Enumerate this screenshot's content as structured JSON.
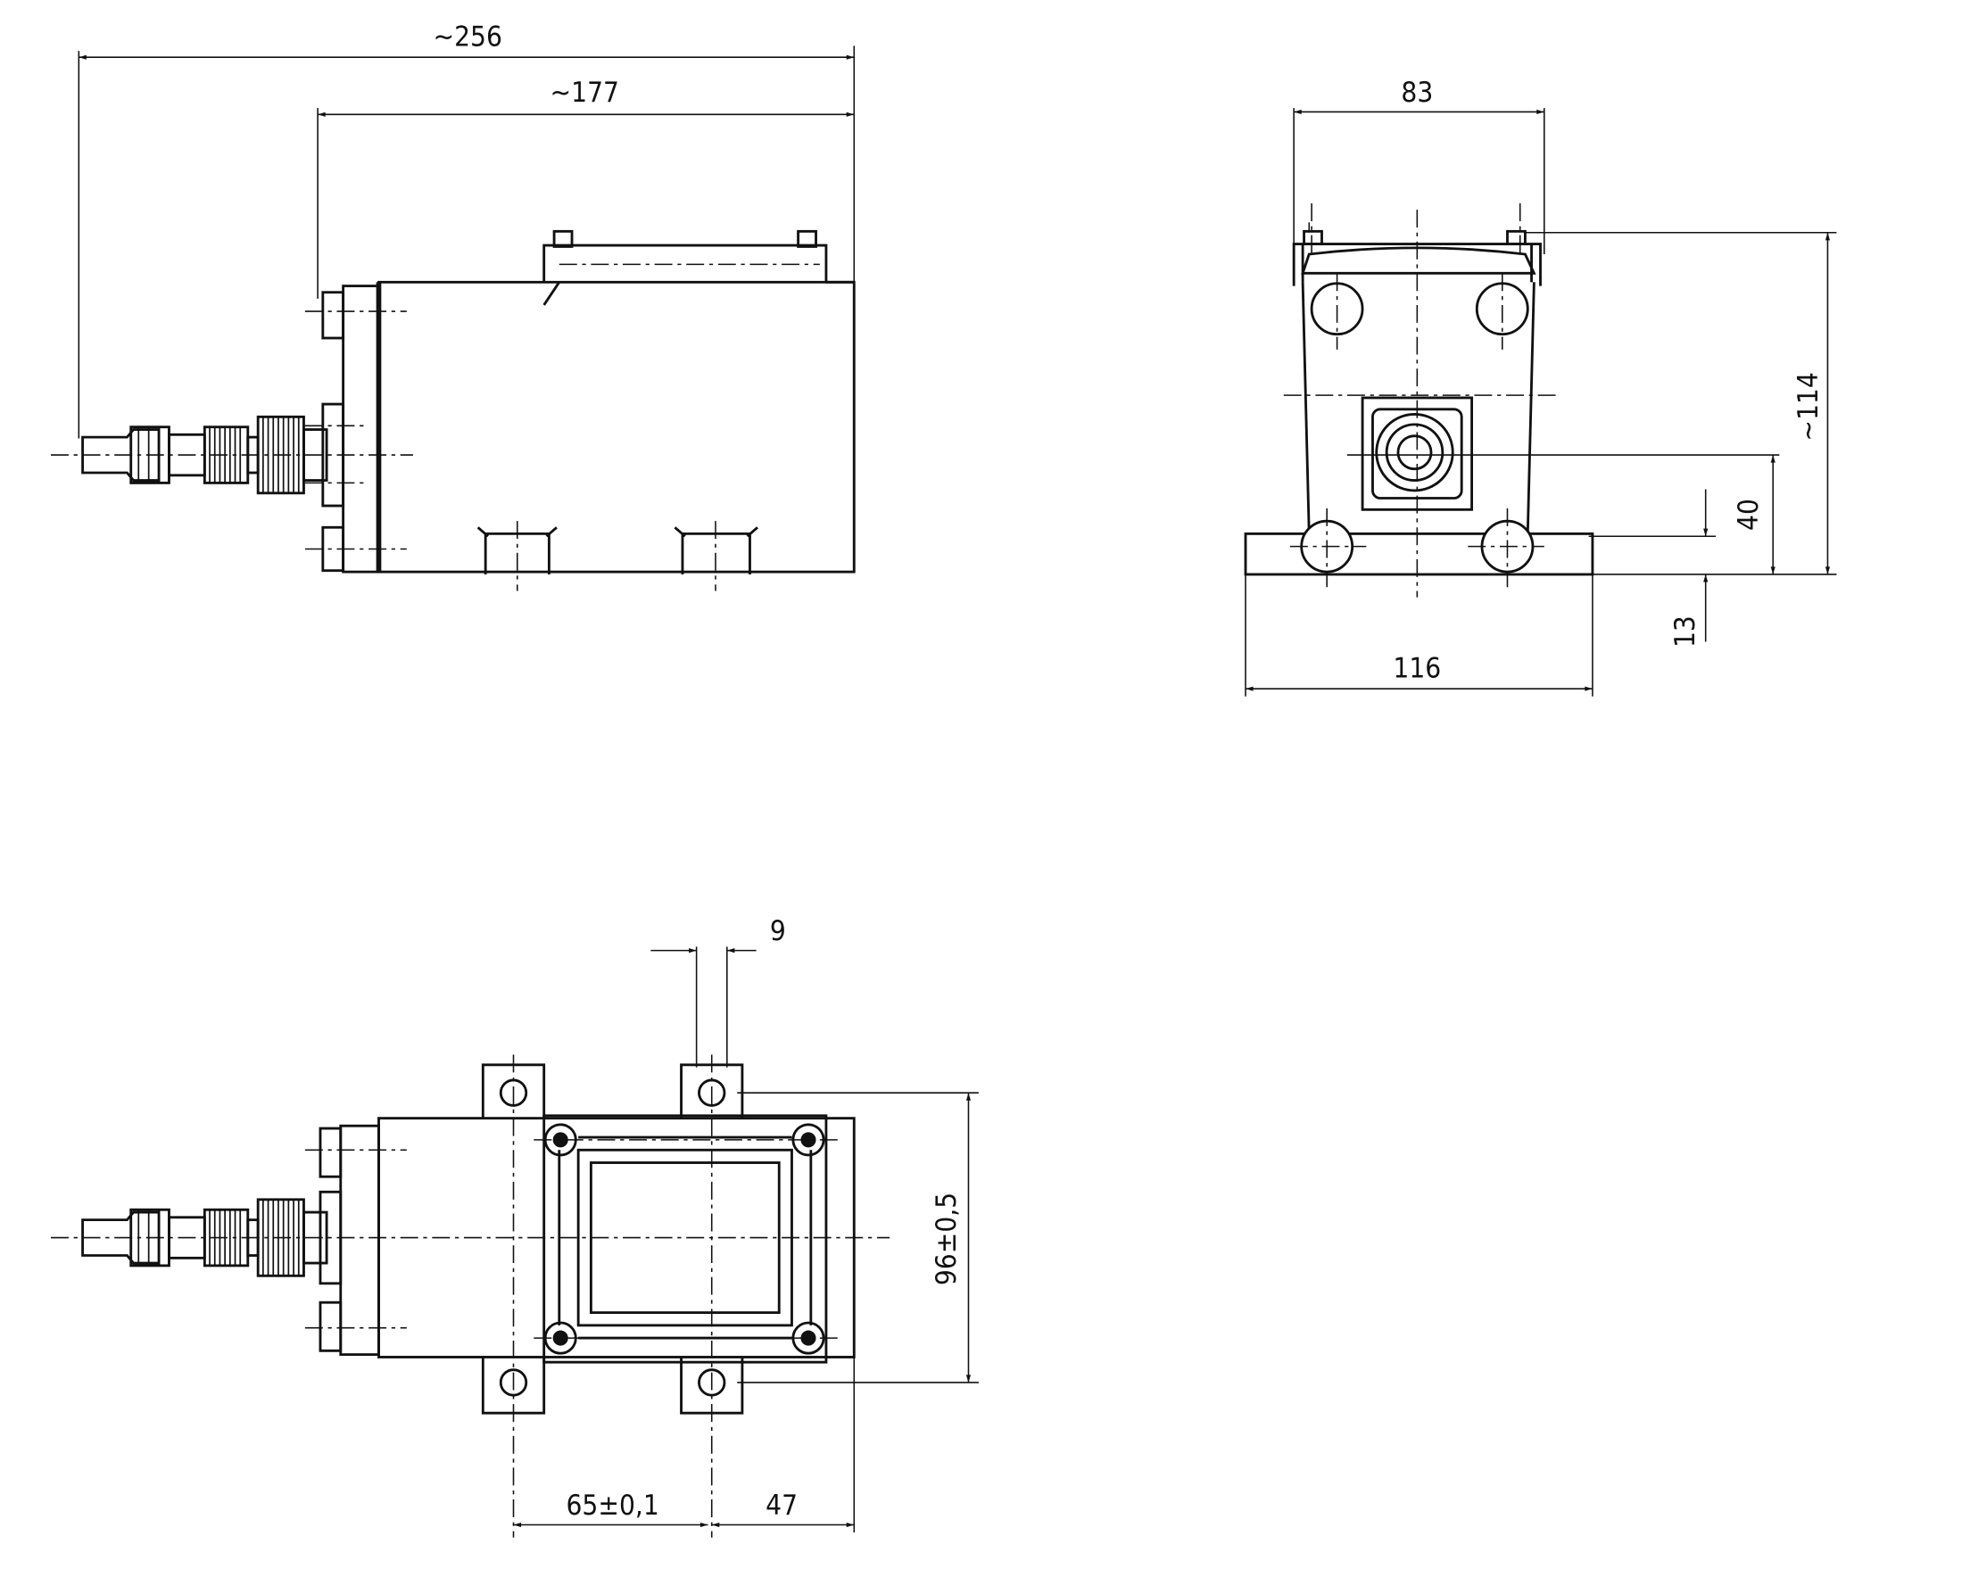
{
  "side_view": {
    "overall_length": "~256",
    "body_length": "~177"
  },
  "front_view": {
    "bracket_width": "83",
    "height": "~114",
    "axis_height": "40",
    "base_thickness": "13",
    "base_width": "116"
  },
  "plan_view": {
    "foot_width": "9",
    "hole_spacing_y": "96±0,5",
    "hole_spacing_x": "65±0,1",
    "rear_offset": "47"
  }
}
